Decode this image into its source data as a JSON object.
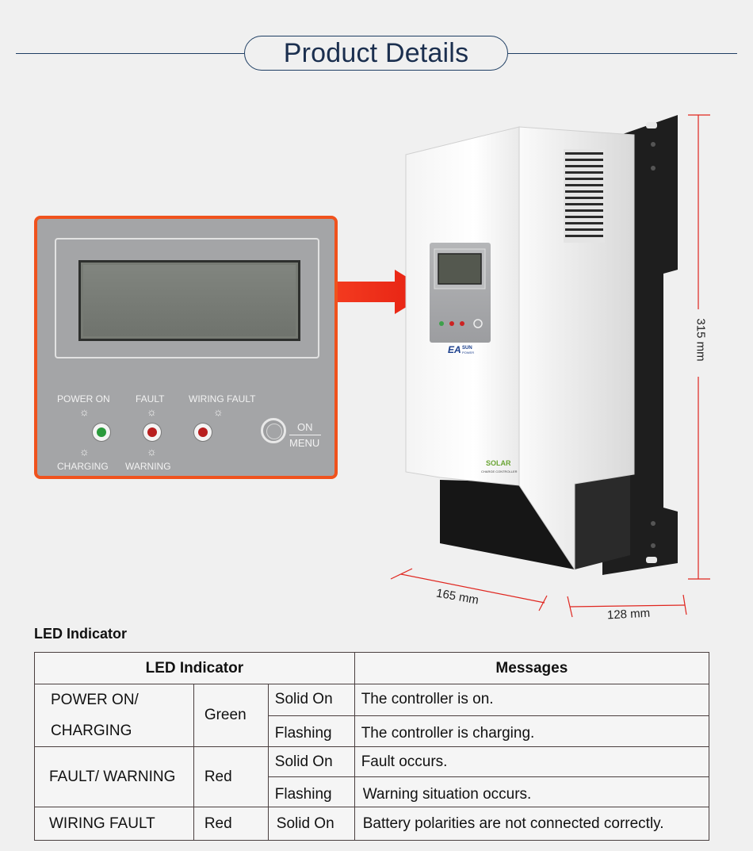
{
  "header": {
    "title": "Product Details",
    "line_color": "#1e3e63"
  },
  "panel": {
    "border_color": "#f0521d",
    "led_labels": {
      "power_on": "POWER ON",
      "charging": "CHARGING",
      "fault": "FAULT",
      "warning": "WARNING",
      "wiring_fault": "WIRING FAULT"
    },
    "button_label_top": "ON",
    "button_label_bottom": "MENU",
    "led_colors": {
      "green": "#2a9a3c",
      "red": "#b81e1e"
    }
  },
  "device": {
    "brand_primary": "EA",
    "brand_secondary": "SUN",
    "brand_tertiary": "POWER",
    "product_name": "SOLAR",
    "product_subtitle": "CHARGE CONTROLLER"
  },
  "dimensions": {
    "height": "315 mm",
    "width": "165 mm",
    "depth": "128 mm"
  },
  "table": {
    "title": "LED Indicator",
    "headers": {
      "indicator": "LED Indicator",
      "messages": "Messages"
    },
    "rows": [
      {
        "led_line1": "POWER ON/",
        "led_line2": "CHARGING",
        "color": "Green",
        "states": [
          {
            "state": "Solid On",
            "message": "The controller is on."
          },
          {
            "state": "Flashing",
            "message": "The controller is charging."
          }
        ]
      },
      {
        "led": "FAULT/ WARNING",
        "color": "Red",
        "states": [
          {
            "state": "Solid On",
            "message": "Fault occurs."
          },
          {
            "state": "Flashing",
            "message": "Warning situation occurs."
          }
        ]
      },
      {
        "led": "WIRING FAULT",
        "color": "Red",
        "states": [
          {
            "state": "Solid On",
            "message": "Battery polarities are not connected correctly."
          }
        ]
      }
    ]
  }
}
